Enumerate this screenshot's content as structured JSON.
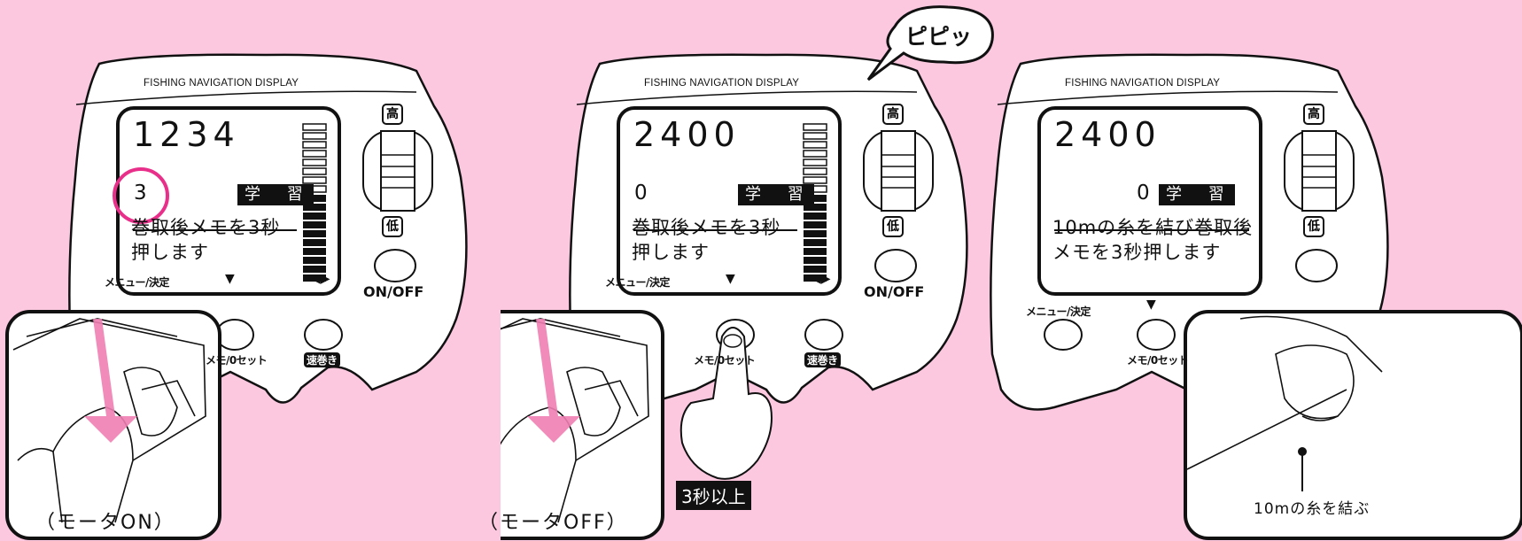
{
  "panels": [
    {
      "header": "FISHING NAVIGATION DISPLAY",
      "depth": "1234",
      "mid_value": "3",
      "badge": "学 習",
      "message_line1": "巻取後メモを3秒",
      "message_line2": "押します",
      "btn_high": "高",
      "btn_low": "低",
      "label_menu": "メニュー/決定",
      "label_memo": "メモ/0セット",
      "label_fast": "速巻き",
      "label_onoff": "ON/OFF",
      "caption": "（モータON）"
    },
    {
      "header": "FISHING NAVIGATION DISPLAY",
      "depth": "2400",
      "mid_value": "0",
      "badge": "学 習",
      "message_line1": "巻取後メモを3秒",
      "message_line2": "押します",
      "btn_high": "高",
      "btn_low": "低",
      "label_menu": "メニュー/決定",
      "label_memo": "メモ/0セット",
      "label_fast": "速巻き",
      "label_onoff": "ON/OFF",
      "caption": "（モータOFF）",
      "bubble": "ピピッ",
      "press_tag": "3秒以上"
    },
    {
      "header": "FISHING NAVIGATION DISPLAY",
      "depth": "2400",
      "mid_value": "0",
      "badge": "学 習",
      "message_line1": "10mの糸を結び巻取後",
      "message_line2": "メモを3秒押します",
      "btn_high": "高",
      "btn_low": "低",
      "label_menu": "メニュー/決定",
      "label_memo": "メモ/0セット",
      "insert_caption": "10mの糸を結ぶ"
    }
  ],
  "colors": {
    "background": "#fbc8e0",
    "highlight": "#e8308a",
    "arrow": "#ef7eb2"
  }
}
